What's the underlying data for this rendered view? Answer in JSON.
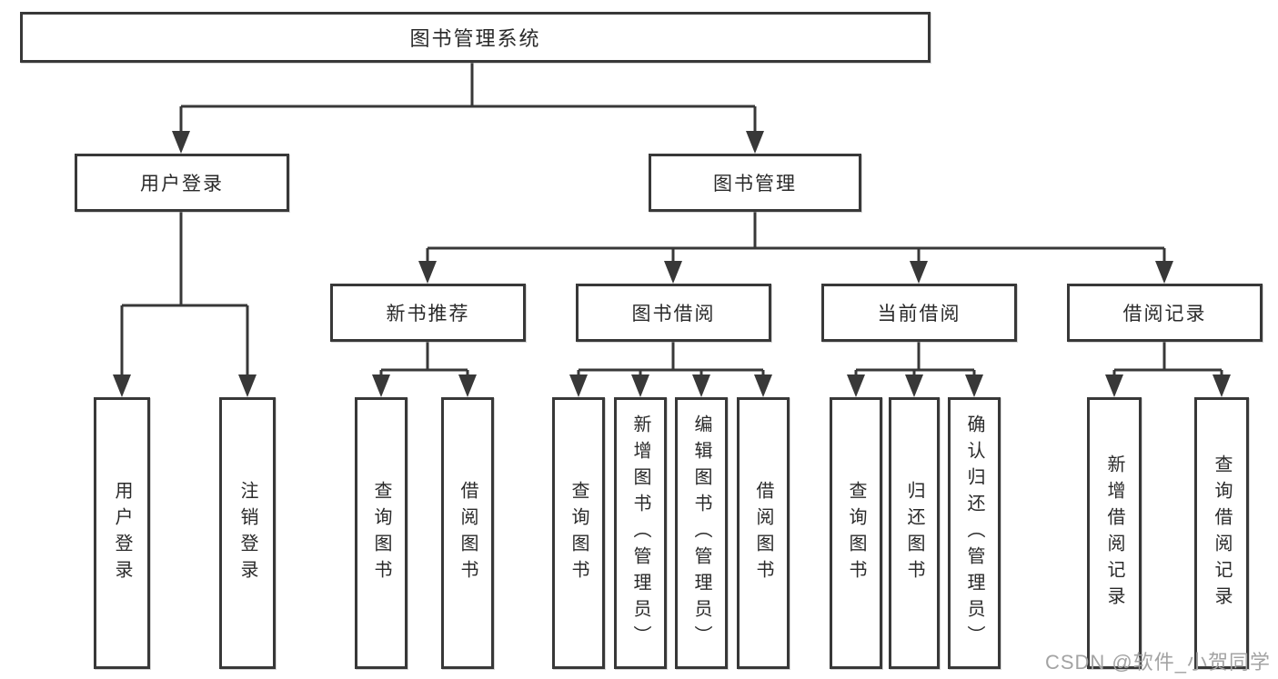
{
  "diagram": {
    "type": "tree-diagram",
    "root": {
      "id": "library-management-system",
      "label": "图书管理系统"
    },
    "level2": [
      {
        "id": "user-login",
        "label": "用户登录",
        "parent": "library-management-system"
      },
      {
        "id": "book-management",
        "label": "图书管理",
        "parent": "library-management-system"
      }
    ],
    "level3": [
      {
        "id": "new-book-recommend",
        "label": "新书推荐",
        "parent": "book-management"
      },
      {
        "id": "book-borrowing",
        "label": "图书借阅",
        "parent": "book-management"
      },
      {
        "id": "current-borrowing",
        "label": "当前借阅",
        "parent": "book-management"
      },
      {
        "id": "borrowing-records",
        "label": "借阅记录",
        "parent": "book-management"
      }
    ],
    "leaves": [
      {
        "id": "user-login-action",
        "label": "用户登录",
        "parent": "user-login"
      },
      {
        "id": "logout-action",
        "label": "注销登录",
        "parent": "user-login"
      },
      {
        "id": "query-books-recommend",
        "label": "查询图书",
        "parent": "new-book-recommend"
      },
      {
        "id": "borrow-book-recommend",
        "label": "借阅图书",
        "parent": "new-book-recommend"
      },
      {
        "id": "query-books-borrowing",
        "label": "查询图书",
        "parent": "book-borrowing"
      },
      {
        "id": "add-book-admin",
        "label": "新增图书（管理员）",
        "parent": "book-borrowing"
      },
      {
        "id": "edit-book-admin",
        "label": "编辑图书（管理员）",
        "parent": "book-borrowing"
      },
      {
        "id": "borrow-book",
        "label": "借阅图书",
        "parent": "book-borrowing"
      },
      {
        "id": "query-books-current",
        "label": "查询图书",
        "parent": "current-borrowing"
      },
      {
        "id": "return-book",
        "label": "归还图书",
        "parent": "current-borrowing"
      },
      {
        "id": "confirm-return-admin",
        "label": "确认归还（管理员）",
        "parent": "current-borrowing"
      },
      {
        "id": "add-borrow-record",
        "label": "新增借阅记录",
        "parent": "borrowing-records"
      },
      {
        "id": "query-borrow-record",
        "label": "查询借阅记录",
        "parent": "borrowing-records"
      }
    ],
    "watermark": "CSDN @软件_小贺同学",
    "colors": {
      "line": "#383838",
      "box_border": "#383838",
      "box_fill": "#ffffff",
      "text": "#2a2a2a",
      "background": "#ffffff",
      "watermark": "#a3a3a3"
    }
  }
}
